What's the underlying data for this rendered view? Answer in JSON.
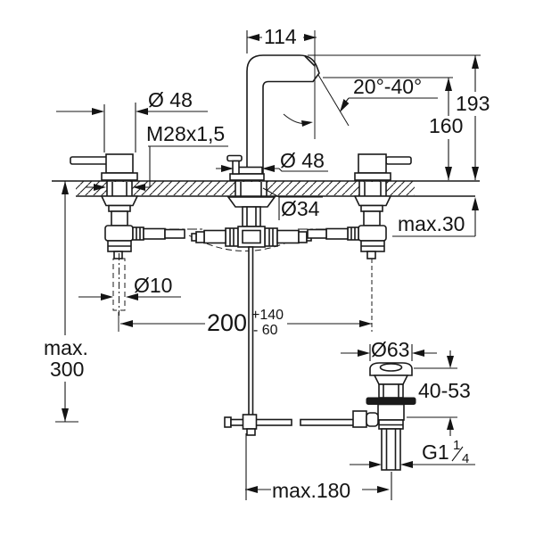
{
  "labels": {
    "spout_reach": "114",
    "spout_angle": "20°-40°",
    "height_to_spout_top": "193",
    "height_to_outlet": "160",
    "handle_diameter": "Ø 48",
    "handle_thread": "M28x1,5",
    "spout_base_diameter": "Ø 48",
    "mounting_hole_diameter": "Ø34",
    "max_deck_thickness": "max.30",
    "rod_diameter": "Ø10",
    "hole_spacing": "200",
    "hole_spacing_plus": "+140",
    "hole_spacing_minus": "- 60",
    "max_depth_line1": "max.",
    "max_depth_line2": "300",
    "waste_flange_diameter": "Ø63",
    "waste_adjust_range": "40-53",
    "waste_thread_prefix": "G1",
    "waste_thread_numerator": "1",
    "waste_thread_denominator": "4",
    "max_drain_distance": "max.180"
  },
  "colors": {
    "line": "#1a1a1a",
    "background": "#ffffff"
  }
}
